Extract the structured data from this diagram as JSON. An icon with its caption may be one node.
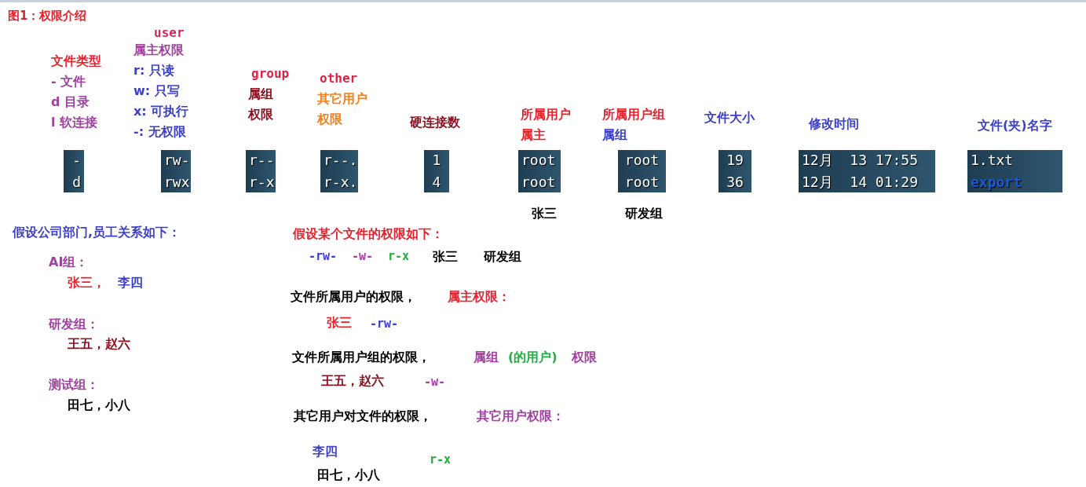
{
  "diagram": {
    "title": "图1：权限介绍",
    "nodes": [
      {
        "text": [
          "-",
          "d"
        ]
      },
      {
        "text": [
          "rw-",
          "rwx"
        ]
      },
      {
        "text": [
          "r--",
          "r-x"
        ]
      },
      {
        "text": [
          "r--.",
          "r-x."
        ]
      },
      {
        "text": [
          "1",
          "4"
        ]
      },
      {
        "text": [
          "root",
          "root"
        ]
      },
      {
        "text": [
          "root",
          "root"
        ]
      },
      {
        "text": [
          "19",
          "36"
        ]
      },
      {
        "text": [
          "12月  13 17:55",
          "12月  14 01:29"
        ]
      },
      {
        "text": [
          "1.txt",
          "export"
        ]
      }
    ],
    "labels": [
      "文件类型",
      "- 文件",
      "d 目录",
      "l 软连接",
      "user",
      "属主权限",
      "r: 只读",
      "w: 只写",
      "x: 可执行",
      "-: 无权限",
      "group",
      "属组权限",
      "other",
      "其它用户权限",
      "硬连接数",
      "所属用户",
      "属主",
      "所属用户组",
      "属组",
      "文件大小",
      "修改时间",
      "文件(夹)名字",
      "张三",
      "研发组",
      "假设公司部门,员工关系如下：",
      "AI组：",
      "张三，",
      "李四",
      "研发组：",
      "王五，赵六",
      "测试组：",
      "田七，小八",
      "假设某个文件的权限如下：",
      "-rw-",
      "-w-",
      "r-x",
      "张三",
      "研发组",
      "文件所属用户的权限，",
      "属主权限：",
      "张三",
      "-rw-",
      "文件所属用户组的权限，",
      "属组",
      "(的用户)",
      "权限",
      "王五，赵六",
      "-w-",
      "其它用户对文件的权限，",
      "其它用户权限：",
      "李四",
      "r-x",
      "田七，小八"
    ]
  }
}
